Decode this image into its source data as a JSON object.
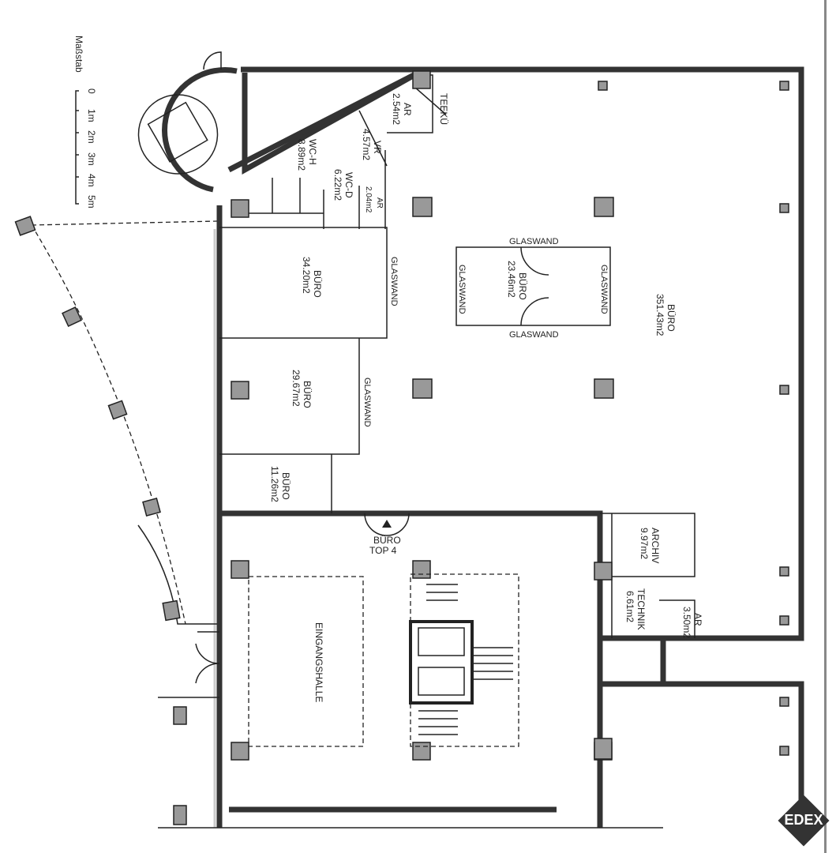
{
  "scale": {
    "title": "Maßstab",
    "ticks": [
      "0",
      "1m",
      "2m",
      "3m",
      "4m",
      "5m"
    ]
  },
  "rooms": [
    {
      "name": "AR",
      "area": "2.54m2"
    },
    {
      "name": "TEEKÜ",
      "area": ""
    },
    {
      "name": "VR",
      "area": "4.57m2"
    },
    {
      "name": "WC-H",
      "area": "8.89m2"
    },
    {
      "name": "WC-D",
      "area": "6.22m2"
    },
    {
      "name": "AR",
      "area": "2.04m2"
    },
    {
      "name": "BÜRO",
      "area": "34.20m2"
    },
    {
      "name": "BÜRO",
      "area": "23.46m2"
    },
    {
      "name": "BÜRO",
      "area": "351.43m2"
    },
    {
      "name": "BÜRO",
      "area": "29.67m2"
    },
    {
      "name": "BÜRO",
      "area": "11.26m2"
    },
    {
      "name": "ARCHIV",
      "area": "9.97m2"
    },
    {
      "name": "TECHNIK",
      "area": "6.61m2"
    },
    {
      "name": "AR",
      "area": "3.50m2"
    },
    {
      "name": "EINGANGSHALLE",
      "area": ""
    }
  ],
  "glass": "GLASWAND",
  "entrance": {
    "line1": "BÜRO",
    "line2": "TOP 4"
  },
  "logo": "EDEX"
}
